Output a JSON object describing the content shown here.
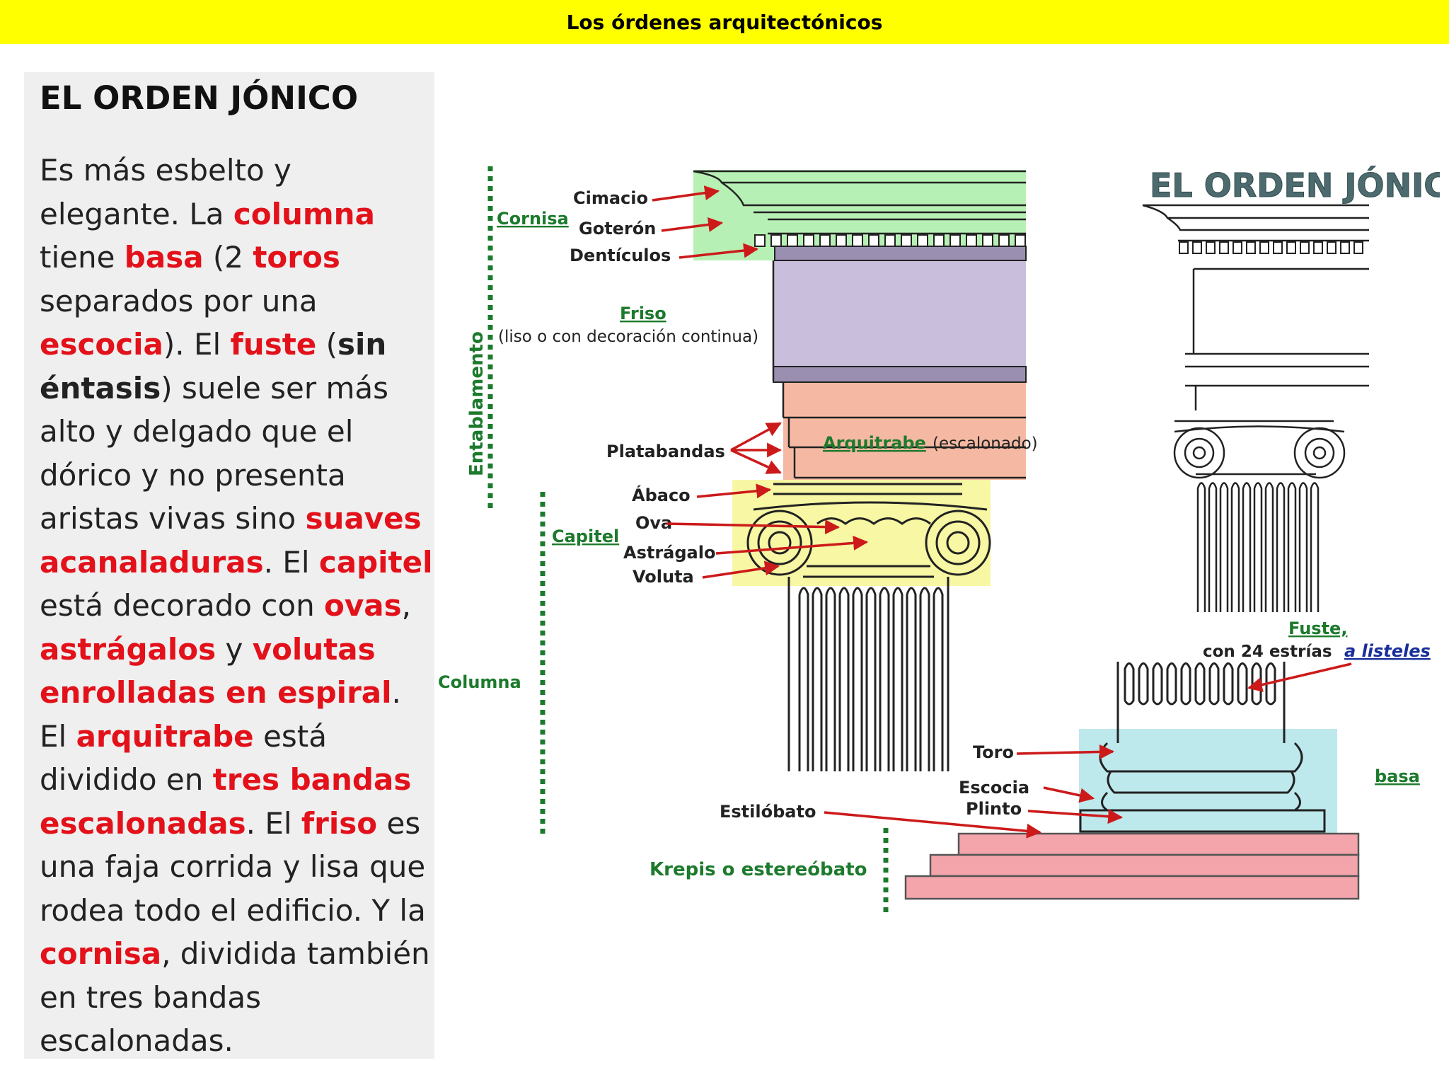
{
  "header": {
    "title": "Los órdenes arquitectónicos"
  },
  "panel": {
    "title": "EL ORDEN JÓNICO",
    "body": [
      {
        "t": "Es más esbelto y elegante. La ",
        "s": "n"
      },
      {
        "t": "columna",
        "s": "r"
      },
      {
        "t": " tiene ",
        "s": "n"
      },
      {
        "t": "basa",
        "s": "r"
      },
      {
        "t": " (2 ",
        "s": "n"
      },
      {
        "t": "toros",
        "s": "r"
      },
      {
        "t": " separados por una ",
        "s": "n"
      },
      {
        "t": "escocia",
        "s": "r"
      },
      {
        "t": "). El ",
        "s": "n"
      },
      {
        "t": "fuste",
        "s": "r"
      },
      {
        "t": " (",
        "s": "n"
      },
      {
        "t": "sin éntasis",
        "s": "b"
      },
      {
        "t": ") suele ser más alto y delgado que el dórico y no presenta aristas vivas sino ",
        "s": "n"
      },
      {
        "t": "suaves acanaladuras",
        "s": "r"
      },
      {
        "t": ". El ",
        "s": "n"
      },
      {
        "t": "capitel",
        "s": "r"
      },
      {
        "t": " está decorado con ",
        "s": "n"
      },
      {
        "t": "ovas",
        "s": "r"
      },
      {
        "t": ", ",
        "s": "n"
      },
      {
        "t": "astrágalos",
        "s": "r"
      },
      {
        "t": " y ",
        "s": "n"
      },
      {
        "t": "volutas enrolladas en espiral",
        "s": "r"
      },
      {
        "t": ". El ",
        "s": "n"
      },
      {
        "t": "arquitrabe",
        "s": "r"
      },
      {
        "t": " está dividido en ",
        "s": "n"
      },
      {
        "t": "tres bandas escalonadas",
        "s": "r"
      },
      {
        "t": ". El ",
        "s": "n"
      },
      {
        "t": "friso",
        "s": "r"
      },
      {
        "t": " es una faja corrida y lisa que rodea todo el edificio. Y la ",
        "s": "n"
      },
      {
        "t": "cornisa",
        "s": "r"
      },
      {
        "t": ", dividida también en tres bandas escalonadas.",
        "s": "n"
      }
    ]
  },
  "diagram": {
    "heading": "EL ORDEN JÓNICO",
    "labels": {
      "cimacio": "Cimacio",
      "cornisa": "Cornisa",
      "goteron": "Goterón",
      "denticulos": "Dentículos",
      "friso": "Friso",
      "friso_note": "(liso o con decoración continua)",
      "entablamento": "Entablamento",
      "platabandas": "Platabandas",
      "arquitrabe": "Arquitrabe",
      "arquitrabe_note": "(escalonado)",
      "abaco": "Ábaco",
      "ova": "Ova",
      "capitel": "Capitel",
      "astragalo": "Astrágalo",
      "voluta": "Voluta",
      "columna": "Columna",
      "fuste": "Fuste,",
      "fuste_note": "con 24 estrías",
      "listeles": "a listeles",
      "toro": "Toro",
      "escocia": "Escocia",
      "plinto": "Plinto",
      "basa": "basa",
      "estilobato": "Estilóbato",
      "krepis": "Krepis o estereóbato"
    },
    "colors": {
      "cornice": "#b7f0b4",
      "frieze": "#c9bfdc",
      "architrave": "#f5b9a3",
      "capital": "#f7f7a4",
      "base": "#bde8ec",
      "krepis": "#f4a5ab",
      "green_label": "#1c7a2c",
      "arrow": "#cc1a1a"
    }
  }
}
